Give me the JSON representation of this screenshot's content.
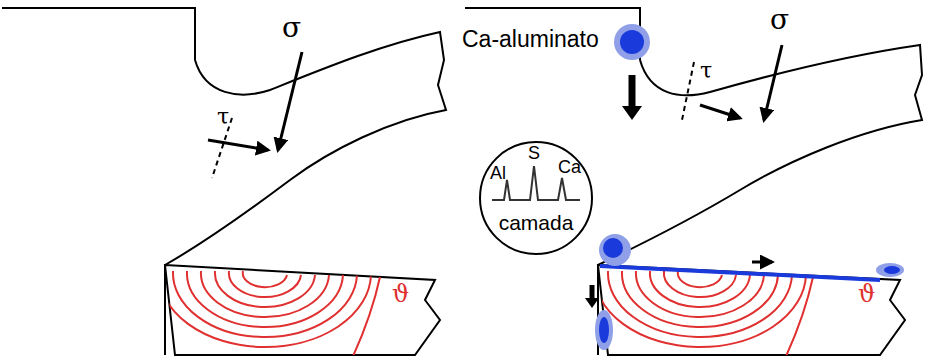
{
  "diagram": {
    "nodes": [
      {
        "text": [
          "Al",
          "S",
          "Ca",
          "camada"
        ]
      }
    ],
    "labels": [
      "σ",
      "τ",
      "ϑ",
      "Ca-aluminato",
      "σ",
      "τ",
      "ϑ"
    ]
  }
}
